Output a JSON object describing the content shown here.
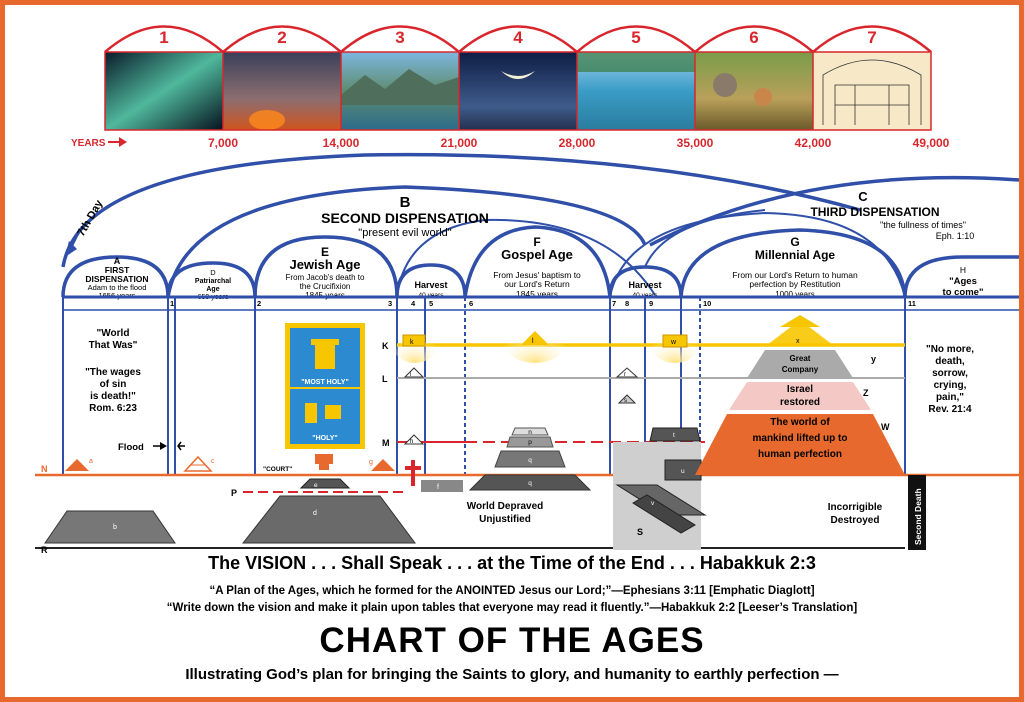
{
  "days": [
    {
      "num": "1"
    },
    {
      "num": "2"
    },
    {
      "num": "3"
    },
    {
      "num": "4"
    },
    {
      "num": "5"
    },
    {
      "num": "6"
    },
    {
      "num": "7"
    }
  ],
  "years_label": "YEARS",
  "years": [
    "7,000",
    "14,000",
    "21,000",
    "28,000",
    "35,000",
    "42,000",
    "49,000"
  ],
  "seventh_day": "7th Day",
  "dispensations": {
    "a": {
      "letter": "A",
      "line1": "FIRST",
      "line2": "DISPENSATION",
      "line3": "Adam to the flood",
      "line4": "1656 years"
    },
    "b": {
      "letter": "B",
      "title": "SECOND DISPENSATION",
      "sub": "\"present evil world\""
    },
    "c": {
      "letter": "C",
      "title": "THIRD DISPENSATION",
      "sub": "\"the fullness of times\"",
      "ref": "Eph. 1:10"
    }
  },
  "ages": {
    "d": {
      "letter": "D",
      "line1": "Patriarchal",
      "line2": "Age",
      "line3": "659 years"
    },
    "e": {
      "letter": "E",
      "title": "Jewish Age",
      "line1": "From Jacob's death to",
      "line2": "the Crucifixion",
      "line3": "1845 years"
    },
    "f": {
      "letter": "F",
      "title": "Gospel Age",
      "line1": "From Jesus' baptism to",
      "line2": "our Lord's Return",
      "line3": "1845 years"
    },
    "g": {
      "letter": "G",
      "title": "Millennial Age",
      "line1": "From our Lord's Return to human",
      "line2": "perfection by Restitution",
      "line3": "1000 years"
    },
    "h": {
      "letter": "H",
      "line1": "\"Ages",
      "line2": "to come\""
    },
    "harvest1": {
      "title": "Harvest",
      "sub": "40 years"
    },
    "harvest2": {
      "title": "Harvest",
      "sub": "40 years"
    }
  },
  "markers": [
    "1",
    "2",
    "3",
    "4",
    "5",
    "6",
    "7",
    "8",
    "9",
    "10",
    "11"
  ],
  "plane_letters": [
    "K",
    "L",
    "M",
    "N",
    "P",
    "R",
    "y",
    "Z",
    "W"
  ],
  "quotes": {
    "world_that_was": [
      "\"World",
      "That Was\""
    ],
    "wages": [
      "\"The wages",
      "of sin",
      "is death!\"",
      "Rom. 6:23"
    ],
    "flood": "Flood",
    "no_more": [
      "\"No more,",
      "death,",
      "sorrow,",
      "crying,",
      "pain,\"",
      "Rev. 21:4"
    ]
  },
  "tabernacle": {
    "most_holy": "\"MOST HOLY\"",
    "holy": "\"HOLY\"",
    "court": "\"COURT\""
  },
  "pyramid": {
    "great_company": [
      "Great",
      "Company"
    ],
    "israel": [
      "Israel",
      "restored"
    ],
    "world": [
      "The world of",
      "mankind lifted up to",
      "human perfection"
    ]
  },
  "small_letters": [
    "a",
    "b",
    "c",
    "d",
    "e",
    "f",
    "g",
    "h",
    "i",
    "k",
    "l",
    "m",
    "n",
    "p",
    "q",
    "r",
    "s",
    "t",
    "u",
    "v",
    "w",
    "x",
    "S"
  ],
  "world_depraved": [
    "World Depraved",
    "Unjustified"
  ],
  "incorrigible": [
    "Incorrigible",
    "Destroyed"
  ],
  "second_death": "Second Death",
  "vision": "The VISION . . . Shall Speak . . . at the Time of the End . . . Habakkuk 2:3",
  "quote1": "“A Plan of the Ages, which he formed for the ANOINTED Jesus our Lord;”—Ephesians 3:11 [Emphatic Diaglott]",
  "quote2": "“Write down the vision and make it plain upon tables that everyone may read it fluently.”—Habakkuk 2:2 [Leeser’s Translation]",
  "main_title": "CHART OF THE AGES",
  "subtitle": "Illustrating God’s plan for bringing the Saints to glory, and humanity to earthly perfection —",
  "colors": {
    "blue": "#2f4fa8",
    "red": "#d8262c",
    "orange": "#e8692d",
    "gold": "#f7c600",
    "border": "#e8692d"
  }
}
